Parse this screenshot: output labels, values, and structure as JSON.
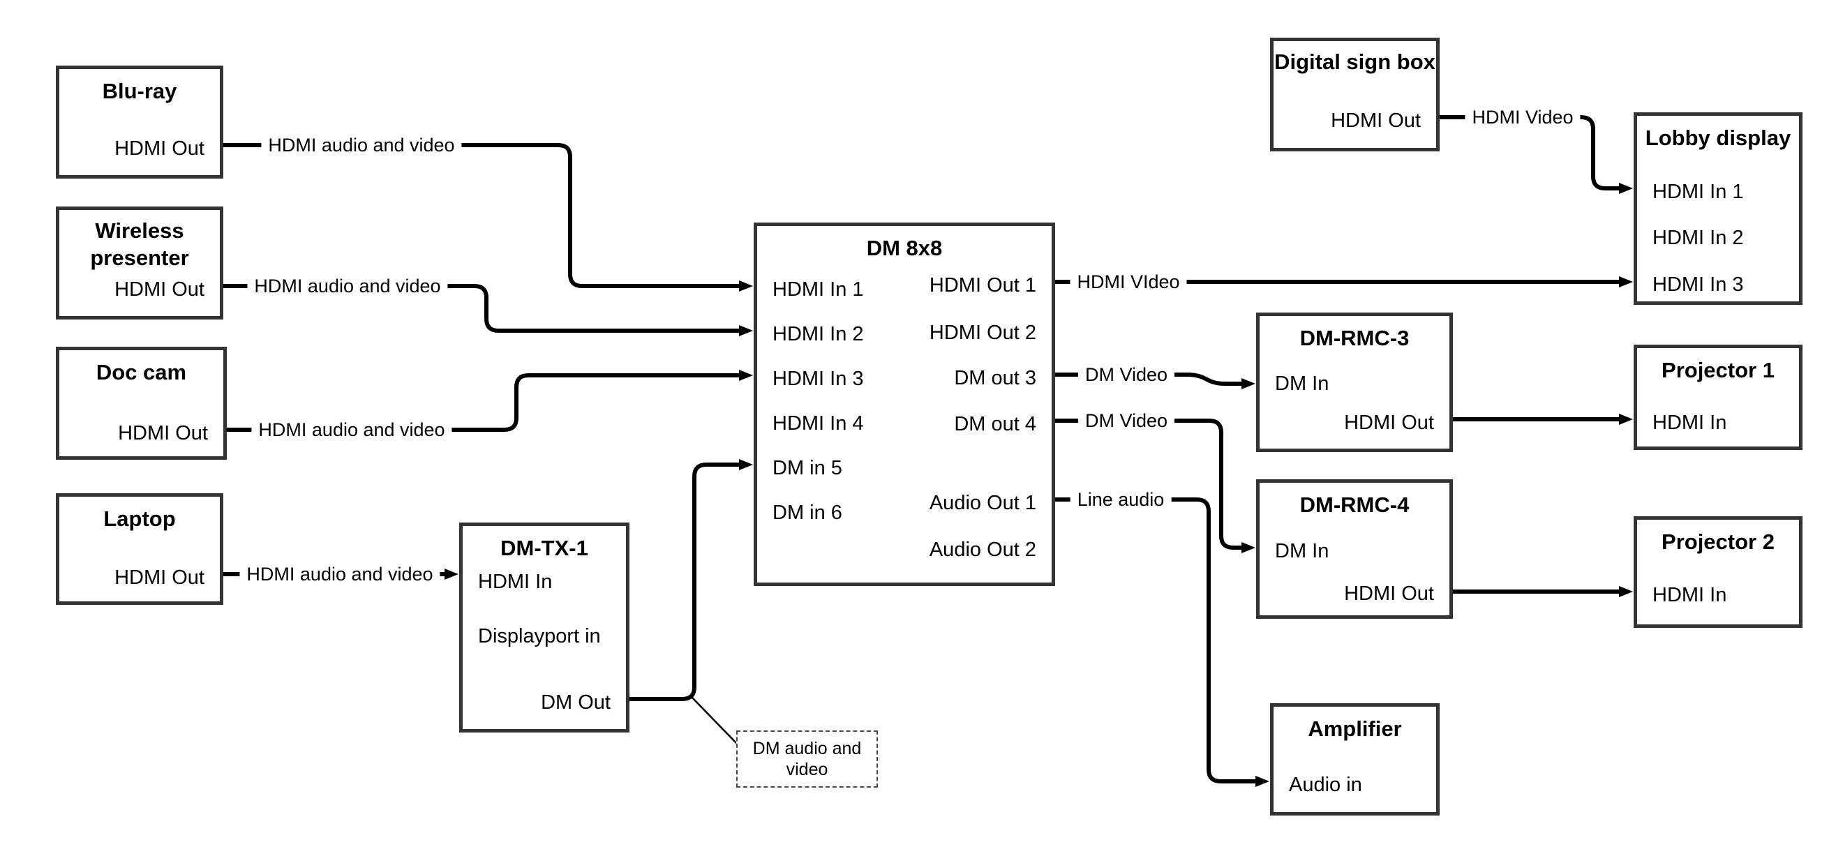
{
  "colors": {
    "background": "#ffffff",
    "box_border": "#333333",
    "wire": "#000000",
    "text": "#000000"
  },
  "nodes": {
    "bluray": {
      "title": "Blu-ray",
      "port": "HDMI Out"
    },
    "wireless": {
      "title": "Wireless presenter",
      "port": "HDMI Out"
    },
    "doccam": {
      "title": "Doc cam",
      "port": "HDMI Out"
    },
    "laptop": {
      "title": "Laptop",
      "port": "HDMI Out"
    },
    "dmtx1": {
      "title": "DM-TX-1",
      "port_hdmi_in": "HDMI In",
      "port_dp_in": "Displayport in",
      "port_dm_out": "DM Out"
    },
    "dm8x8": {
      "title": "DM 8x8",
      "ports_left": [
        "HDMI In 1",
        "HDMI In 2",
        "HDMI In 3",
        "HDMI In 4",
        "DM in 5",
        "DM in 6"
      ],
      "ports_right": [
        "HDMI Out 1",
        "HDMI Out 2",
        "DM out 3",
        "DM out 4",
        "Audio Out 1",
        "Audio Out 2"
      ]
    },
    "digisign": {
      "title": "Digital sign box",
      "port": "HDMI Out"
    },
    "lobby": {
      "title": "Lobby display",
      "ports": [
        "HDMI In 1",
        "HDMI In 2",
        "HDMI In 3"
      ]
    },
    "dmrmc3": {
      "title": "DM-RMC-3",
      "port_dm_in": "DM In",
      "port_hdmi_out": "HDMI Out"
    },
    "proj1": {
      "title": "Projector 1",
      "port": "HDMI In"
    },
    "dmrmc4": {
      "title": "DM-RMC-4",
      "port_dm_in": "DM In",
      "port_hdmi_out": "HDMI Out"
    },
    "proj2": {
      "title": "Projector 2",
      "port": "HDMI In"
    },
    "amp": {
      "title": "Amplifier",
      "port": "Audio in"
    }
  },
  "wire_labels": {
    "bluray_wire": "HDMI audio and video",
    "wireless_wire": "HDMI audio and video",
    "doccam_wire": "HDMI audio and video",
    "laptop_wire": "HDMI audio and video",
    "hdmi_out1_wire": "HDMI VIdeo",
    "digisign_wire": "HDMI Video",
    "dm_out3_wire": "DM Video",
    "dm_out4_wire": "DM Video",
    "audio_out1_wire": "Line audio"
  },
  "annotation": "DM audio and video"
}
